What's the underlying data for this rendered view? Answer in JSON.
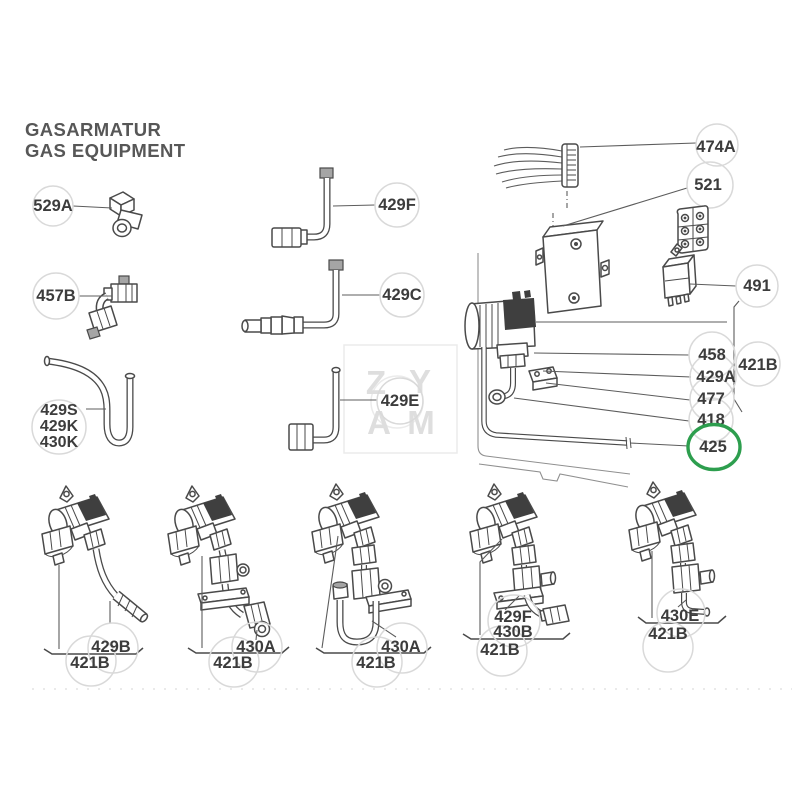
{
  "title": {
    "line1": "GASARMATUR",
    "line2": "GAS EQUIPMENT"
  },
  "watermark": {
    "l1": "Z",
    "l2": "Y",
    "l3": "A",
    "l4": "M"
  },
  "colors": {
    "green": "#2d9e4e"
  },
  "highlighted_part": "425",
  "parts": {
    "fitting_529a": "529A",
    "elbow_457b": "457B",
    "hose_line1": "429S",
    "hose_line2": "429K",
    "hose_line3": "430K",
    "pipe_429f": "429F",
    "pipe_429c": "429C",
    "pipe_429e": "429E",
    "harness_474a": "474A",
    "box_521": "521",
    "relay_491": "491"
  },
  "callouts": {
    "c458": "458",
    "c421b": "421B",
    "c429a": "429A",
    "c477": "477",
    "c418": "418",
    "c425": "425"
  },
  "assemblies": [
    {
      "name": "valve-assembly-1",
      "labels": [
        "429B",
        "421B"
      ]
    },
    {
      "name": "valve-assembly-2",
      "labels": [
        "430A",
        "421B"
      ]
    },
    {
      "name": "valve-assembly-3",
      "labels": [
        "430A",
        "421B"
      ]
    },
    {
      "name": "valve-assembly-4",
      "labels": [
        "429F",
        "430B",
        "421B"
      ]
    },
    {
      "name": "valve-assembly-5",
      "labels": [
        "430E",
        "421B"
      ]
    }
  ]
}
